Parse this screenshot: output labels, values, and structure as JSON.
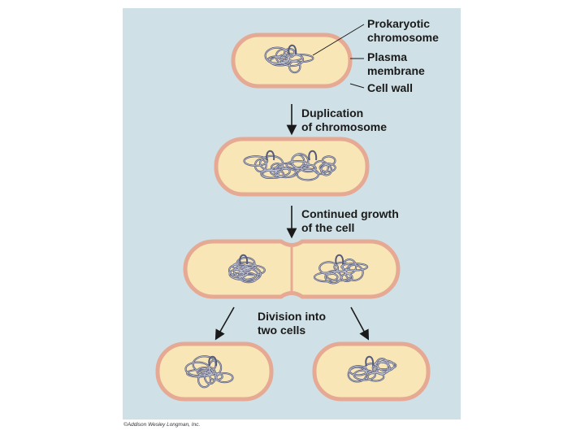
{
  "labels": {
    "prokaryotic_chromosome": [
      "Prokaryotic",
      "chromosome"
    ],
    "plasma_membrane": [
      "Plasma",
      "membrane"
    ],
    "cell_wall": "Cell wall",
    "step1": [
      "Duplication",
      "of chromosome"
    ],
    "step2": [
      "Continued growth",
      "of the cell"
    ],
    "step3": [
      "Division into",
      "two cells"
    ]
  },
  "copyright": "©Addison Wesley Longman, Inc.",
  "colors": {
    "panel": "#cfe1e6",
    "cell_wall": "#e6a993",
    "cytoplasm": "#f8e6b6",
    "dna": "#555a78",
    "arrow": "#1a1a1a"
  }
}
